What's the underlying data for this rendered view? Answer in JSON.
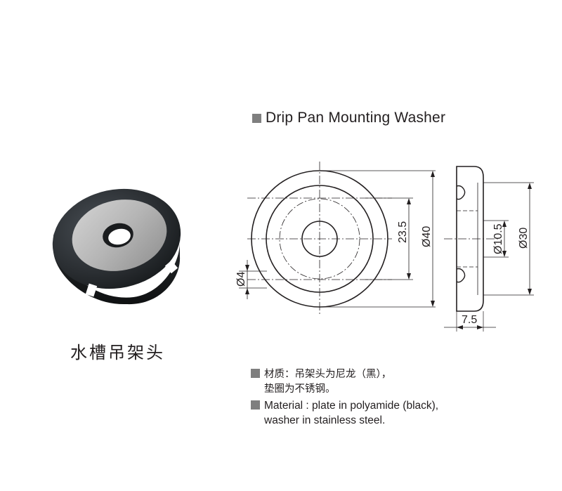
{
  "title": "Drip Pan Mounting Washer",
  "caption": "水槽吊架头",
  "dimensions": {
    "d4": "Ø4",
    "d23_5": "23.5",
    "d40": "Ø40",
    "d10_5": "Ø10.5",
    "d30": "Ø30",
    "d7_5": "7.5"
  },
  "notes_cn": {
    "line1": "材质：吊架头为尼龙（黑），",
    "line2": "垫圈为不锈钢。"
  },
  "notes_en": {
    "line1": "Material : plate in polyamide (black),",
    "line2": "washer in stainless steel."
  },
  "colors": {
    "bullet": "#7f7f7f",
    "nylon_body": "#2b2f33",
    "steel_plate": "#b9b9b9"
  }
}
